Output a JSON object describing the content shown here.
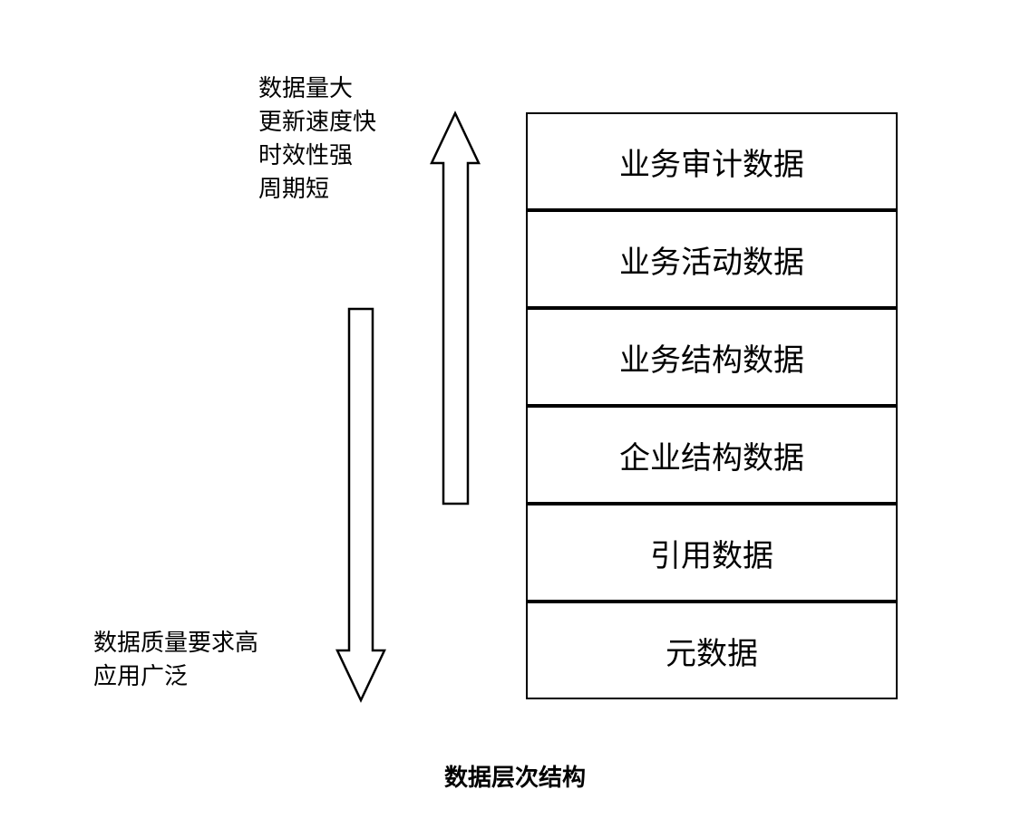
{
  "layers": [
    "业务审计数据",
    "业务活动数据",
    "业务结构数据",
    "企业结构数据",
    "引用数据",
    "元数据"
  ],
  "top_note": [
    "数据量大",
    "更新速度快",
    "时效性强",
    "周期短"
  ],
  "bottom_note": [
    "数据质量要求高",
    "应用广泛"
  ],
  "caption": "数据层次结构"
}
